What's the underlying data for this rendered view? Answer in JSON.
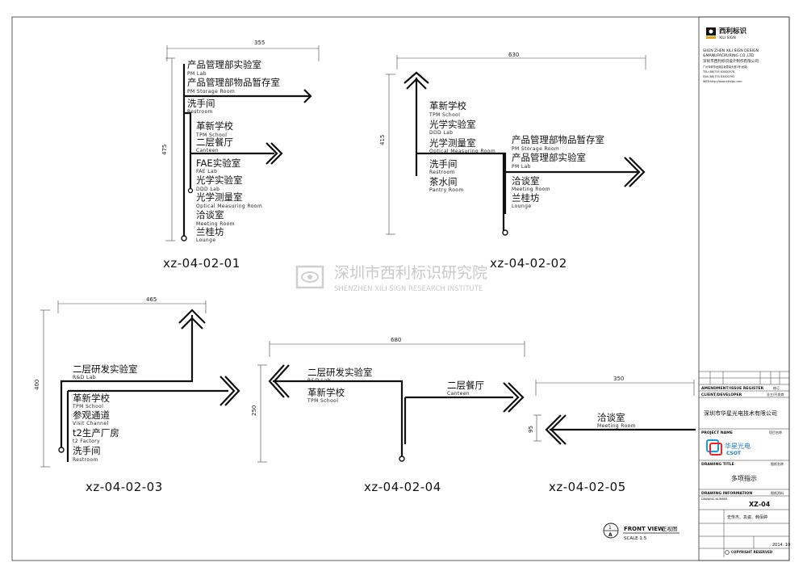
{
  "watermark": {
    "zh": "深圳市西利标识研究院",
    "en": "SHENZHEN XILI SIGN RESEARCH INSTITUTE"
  },
  "signs": [
    {
      "code": "xz-04-02-01",
      "dims": {
        "width": "355",
        "height": "475"
      },
      "entries": [
        {
          "zh": "产品管理部实验室",
          "en": "PM Lab"
        },
        {
          "zh": "产品管理部物品暂存室",
          "en": "PM Storage Room"
        },
        {
          "zh": "洗手间",
          "en": "Restroom"
        },
        {
          "zh": "革新学校",
          "en": "TPM School"
        },
        {
          "zh": "二层餐厅",
          "en": "Canteen"
        },
        {
          "zh": "FAE实验室",
          "en": "FAE Lab"
        },
        {
          "zh": "光学实验室",
          "en": "DDD Lab"
        },
        {
          "zh": "光学测量室",
          "en": "Optical Measuring Room"
        },
        {
          "zh": "洽谈室",
          "en": "Meeting Room"
        },
        {
          "zh": "兰桂坊",
          "en": "Lounge"
        }
      ]
    },
    {
      "code": "xz-04-02-02",
      "dims": {
        "width": "630",
        "height": "415"
      },
      "entries": [
        {
          "zh": "革新学校",
          "en": "TPM School"
        },
        {
          "zh": "光学实验室",
          "en": "DDD Lab"
        },
        {
          "zh": "光学测量室",
          "en": "Optical Measuring Room"
        },
        {
          "zh": "洗手间",
          "en": "Restroom"
        },
        {
          "zh": "茶水间",
          "en": "Pantry Room"
        },
        {
          "zh": "产品管理部物品暂存室",
          "en": "PM Storage Room"
        },
        {
          "zh": "产品管理部实验室",
          "en": "PM Lab"
        },
        {
          "zh": "洽谈室",
          "en": "Meeting Room"
        },
        {
          "zh": "兰桂坊",
          "en": "Lounge"
        }
      ]
    },
    {
      "code": "xz-04-02-03",
      "dims": {
        "width": "465",
        "height": "400"
      },
      "entries": [
        {
          "zh": "二层研发实验室",
          "en": "R&D Lab"
        },
        {
          "zh": "革新学校",
          "en": "TPM School"
        },
        {
          "zh": "参观通道",
          "en": "Visit Channel"
        },
        {
          "zh": "t2生产厂房",
          "en": "t2 Factory"
        },
        {
          "zh": "洗手间",
          "en": "Restroom"
        }
      ]
    },
    {
      "code": "xz-04-02-04",
      "dims": {
        "width": "680",
        "height": "250"
      },
      "entries": [
        {
          "zh": "二层研发实验室",
          "en": "R&D Lab"
        },
        {
          "zh": "革新学校",
          "en": "TPM School"
        },
        {
          "zh": "二层餐厅",
          "en": "Canteen"
        }
      ]
    },
    {
      "code": "xz-04-02-05",
      "dims": {
        "width": "350",
        "height": "95"
      },
      "entries": [
        {
          "zh": "洽谈室",
          "en": "Meeting Room"
        }
      ]
    }
  ],
  "front_view": {
    "marker_num": "1",
    "marker_letter": "A",
    "label": "FRONT VIEW",
    "label_zh": "正视图",
    "scale": "SCALE 1:5"
  },
  "title_block": {
    "company_name_zh": "西利标识",
    "company_name_en": "XILI SIGN",
    "company_full_en_1": "SHEN ZHEN XILI SIGN DESIGN",
    "company_full_en_2": "&MANUFACRURING CO.,LTD",
    "company_full_zh": "深圳市西利标识设计制作有限公司",
    "address": "广州深圳市龙岗区坂雪岗大道1号(龙岗)",
    "tel": "TEL:(86)755 83400978",
    "fax": "FAX:(86)755 83400795",
    "web": "WEB:http://www.xilisign.com",
    "amendment_label": "AMENDMENT/ISSUE REGISTER",
    "amendment_label_zh": "修订",
    "client_label": "CLIENT/DEVELOPER",
    "client_label_zh": "业主/开发商",
    "client_name": "深圳市华星光电技术有限公司",
    "project_label": "PROJECT NAME",
    "project_label_zh": "项目名称",
    "project_logo_zh": "华星光电",
    "project_logo_en": "CSOT",
    "drawing_title_label": "DRAWING TITLE",
    "drawing_title_label_zh": "图纸名称",
    "drawing_title": "多项指示",
    "drawing_info_label": "DRAWING INFORMATION",
    "drawing_info_label_zh": "图纸资料",
    "drawing_number_label": "DRAWING NUMBER",
    "drawing_number": "XZ-04",
    "staff": "史传杰、袁姿、韩佰婷",
    "date": "2014. 10",
    "copyright": "COPYRIGHT RESERVED"
  }
}
